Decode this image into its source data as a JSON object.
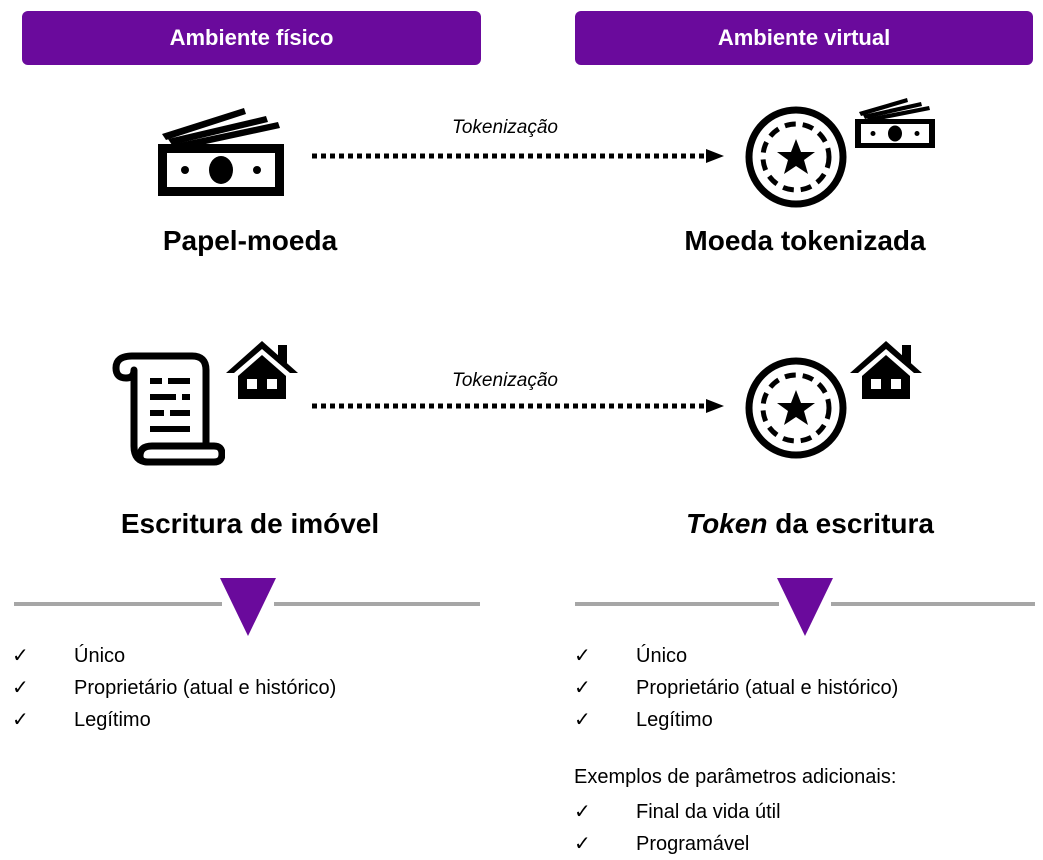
{
  "headers": {
    "left": "Ambiente físico",
    "right": "Ambiente virtual"
  },
  "rows": [
    {
      "left_caption": "Papel-moeda",
      "arrow_label": "Tokenização",
      "right_caption_prefix": "",
      "right_caption": "Moeda tokenizada",
      "left_icon": "banknote-icon",
      "right_icons": [
        "token-coin-icon",
        "banknote-icon"
      ]
    },
    {
      "left_caption": "Escritura de imóvel",
      "arrow_label": "Tokenização",
      "right_caption_prefix": "Token",
      "right_caption": " da escritura",
      "left_icon": "deed-scroll-icon",
      "right_icons": [
        "token-coin-icon",
        "house-icon"
      ]
    }
  ],
  "left_list": [
    "Único",
    "Proprietário (atual e histórico)",
    "Legítimo"
  ],
  "right_list": [
    "Único",
    "Proprietário (atual e histórico)",
    "Legítimo"
  ],
  "extra": {
    "title": "Exemplos de parâmetros adicionais:",
    "items": [
      "Final da vida útil",
      "Programável"
    ]
  },
  "check_glyph": "✓",
  "colors": {
    "accent": "#6a0a9c",
    "divider": "#a6a6a6",
    "icon": "#000000"
  }
}
